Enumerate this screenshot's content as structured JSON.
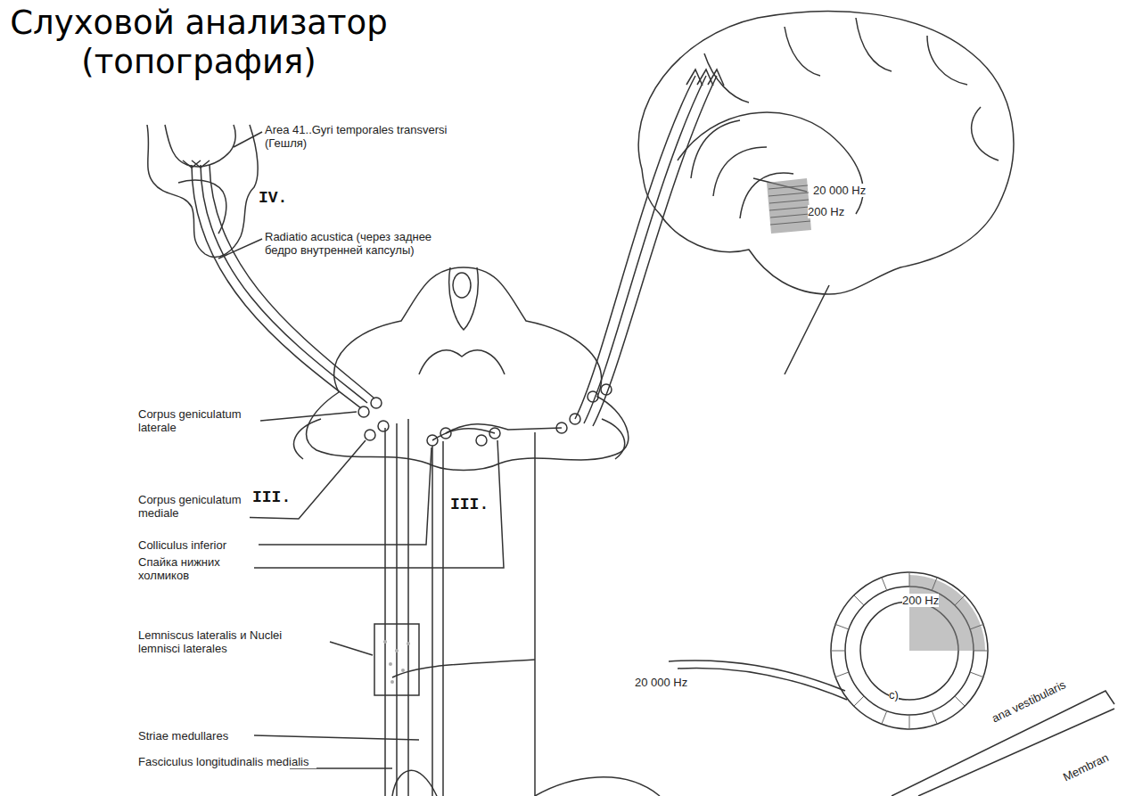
{
  "diagram": {
    "title": "Слуховой анализатор (топография)",
    "labels": [
      "Area 41..Gyri temporales transversi (Гешля)",
      "IV.",
      "Radiatio acustica (через заднее бедро внутренней капсулы)",
      "20 000 Hz",
      "200 Hz",
      "Corpus geniculatum laterale",
      "III.",
      "Corpus geniculatum mediale",
      "III.",
      "Colliculus inferior",
      "Спайка нижних холмиков",
      "Lemniscus lateralis и Nuclei lemnisci laterales",
      "200 Hz",
      "20 000 Hz",
      "c)",
      "Striae medullares",
      "Fasciculus longitudinalis medialis",
      "ana vestibularis",
      "Membran"
    ]
  }
}
